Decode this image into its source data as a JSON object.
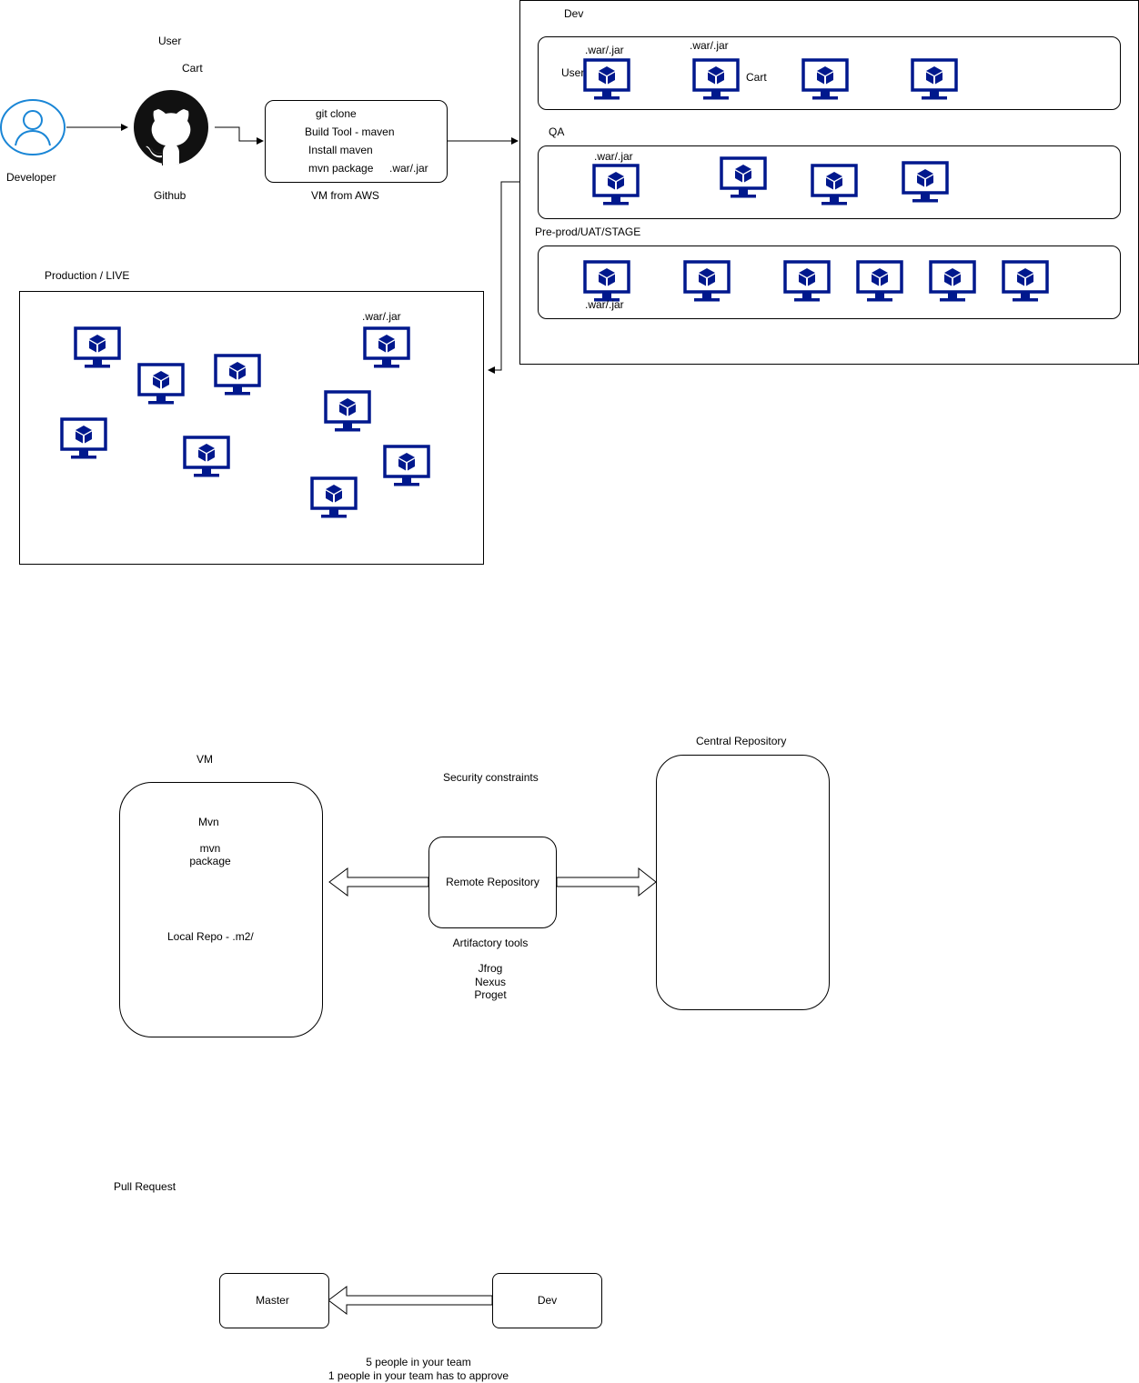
{
  "colors": {
    "vm_icon": "#00188D",
    "developer_icon": "#1a86d6",
    "line": "#000000"
  },
  "icons": {
    "vm": "vm-monitor-cube-icon",
    "developer": "user-icon",
    "github": "github-icon"
  },
  "top": {
    "user_label": "User",
    "cart_label": "Cart",
    "developer_label": "Developer",
    "github_label": "Github",
    "build_box": {
      "line1": "git clone",
      "line2": "Build Tool - maven",
      "line3": "Install maven",
      "line4": "mvn package",
      "artifact": ".war/.jar",
      "caption": "VM from AWS"
    },
    "envs": {
      "dev": {
        "title": "Dev",
        "war1": ".war/.jar",
        "war2": ".war/.jar",
        "user": "User",
        "cart": "Cart"
      },
      "qa": {
        "title": "QA",
        "war": ".war/.jar"
      },
      "preprod": {
        "title": "Pre-prod/UAT/STAGE",
        "war": ".war/.jar"
      }
    },
    "production": {
      "title": "Production / LIVE",
      "war": ".war/.jar"
    }
  },
  "repo": {
    "vm_title": "VM",
    "mvn": "Mvn",
    "mvn_package": "mvn package",
    "local_repo": "Local Repo - .m2/",
    "security": "Security constraints",
    "remote": "Remote Repository",
    "artifactory": "Artifactory tools",
    "tools": [
      "Jfrog",
      "Nexus",
      "Proget"
    ],
    "central": "Central Repository"
  },
  "pull_request": {
    "title": "Pull Request",
    "master": "Master",
    "dev": "Dev",
    "note1": "5 people in your team",
    "note2": "1 people in your team has to approve"
  }
}
